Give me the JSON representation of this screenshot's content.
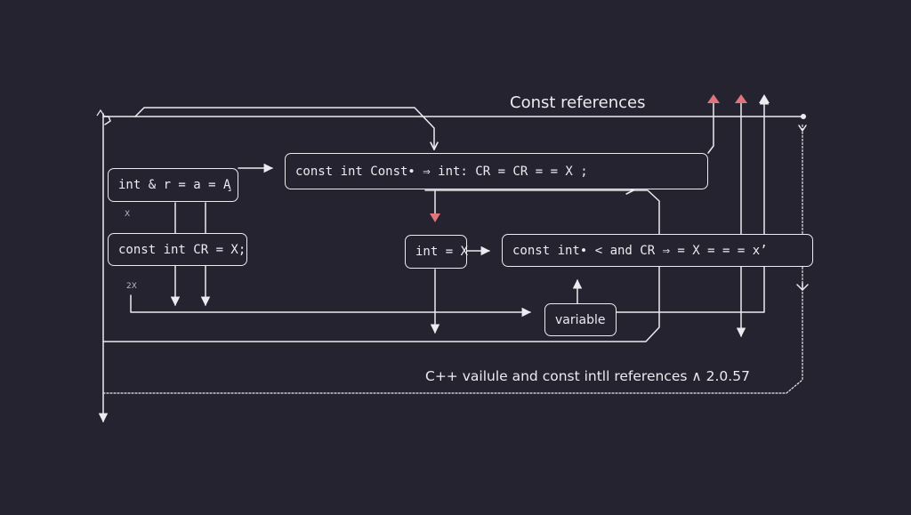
{
  "diagram": {
    "title": "Const references",
    "caption": "C++ vailule and const intll references ∧ 2.0.57",
    "annotations": {
      "glyph_left": "∧",
      "glyph_right": "⋎",
      "mark_x": "X",
      "mark_2x": "2X"
    },
    "nodes": {
      "ref_decl": "int & r = a = A̧",
      "const_decl": "const int CR = X;",
      "const_chain": "const int Const∙ ⇒ int: CR = CR = = X ;",
      "int_x": "int = X",
      "const_compare": "const int∙ < and CR ⇒ = X = = = x’",
      "variable": "variable"
    },
    "colors": {
      "background": "#24232f",
      "line": "#ecebf0",
      "accent_arrow": "#e0747c"
    }
  }
}
